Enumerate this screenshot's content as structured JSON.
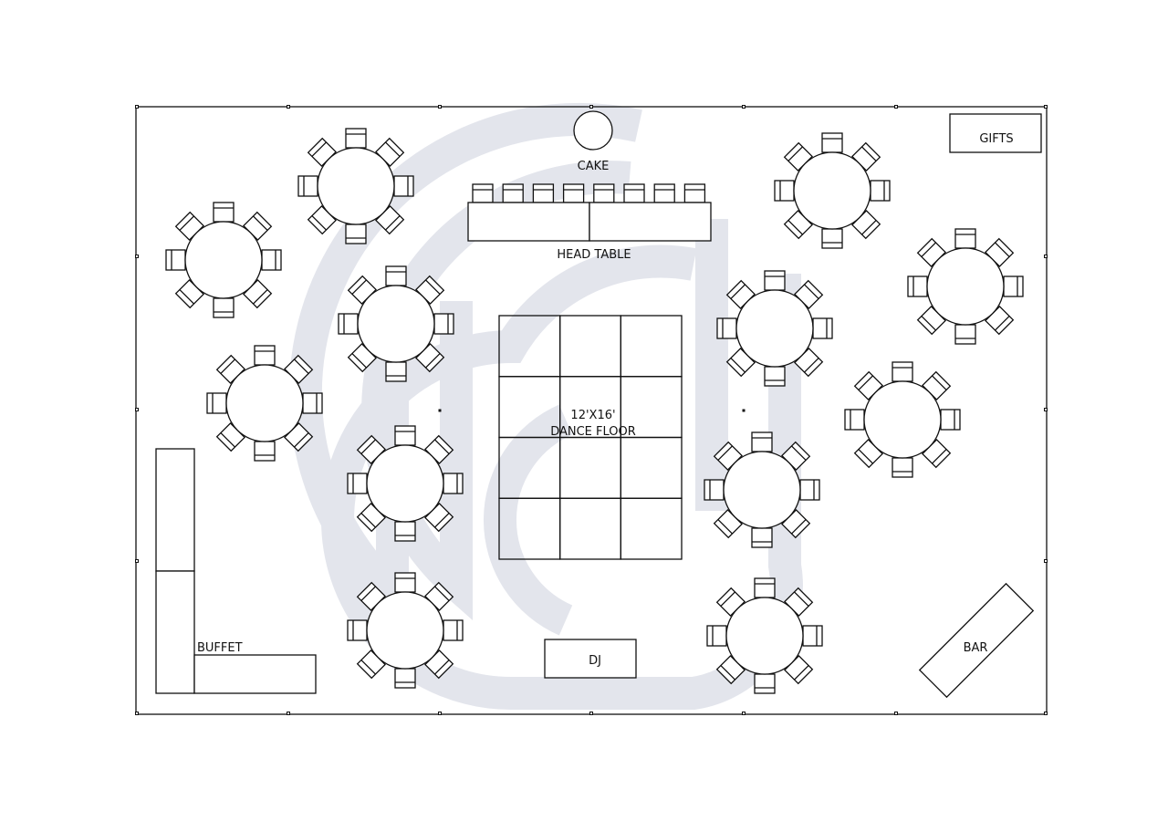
{
  "labels": {
    "cake": "CAKE",
    "head_table": "HEAD TABLE",
    "gifts": "GIFTS",
    "dance_floor_size": "12'X16'",
    "dance_floor": "DANCE FLOOR",
    "buffet": "BUFFET",
    "dj": "DJ",
    "bar": "BAR"
  },
  "round_tables": {
    "count": 12,
    "chairs_per_table": 8
  },
  "head_table": {
    "chairs": 8
  },
  "dance_floor_grid": {
    "columns": 3,
    "rows": 4
  },
  "colors": {
    "line": "#111111",
    "watermark": "#e3e5ec"
  }
}
